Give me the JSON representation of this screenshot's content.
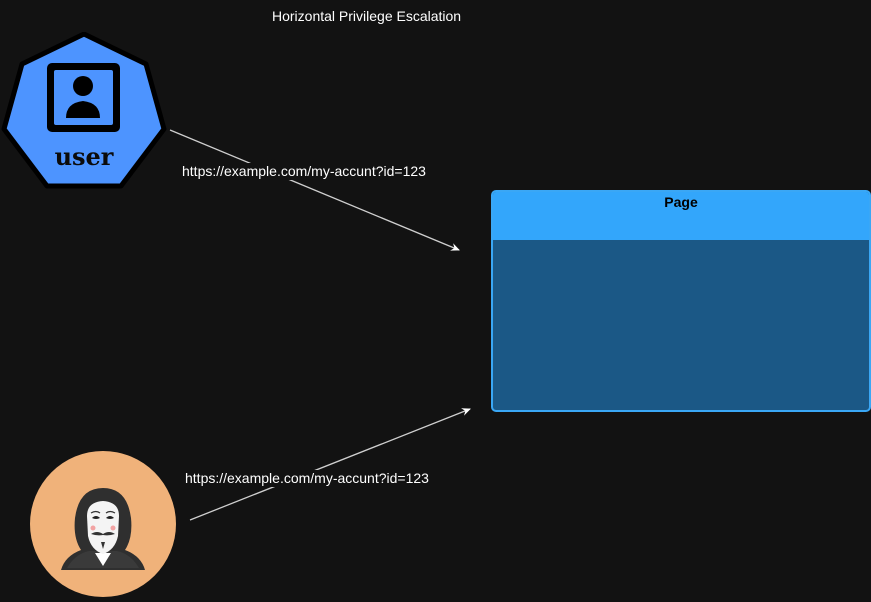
{
  "diagram": {
    "title": "Horizontal Privilege Escalation",
    "nodes": {
      "user": {
        "label": "user"
      },
      "page": {
        "label": "Page"
      }
    },
    "edges": [
      {
        "from": "user",
        "to": "page",
        "label": "https://example.com/my-accunt?id=123"
      },
      {
        "from": "attacker",
        "to": "page",
        "label": "https://example.com/my-accunt?id=123"
      }
    ]
  },
  "colors": {
    "background": "#121212",
    "user_icon": "#4d94ff",
    "page_header": "#33a6fb",
    "page_body": "#1b5886",
    "attacker_circle": "#f0b27a"
  },
  "icons": {
    "user": "user-icon",
    "attacker": "anonymous-hacker-icon"
  }
}
